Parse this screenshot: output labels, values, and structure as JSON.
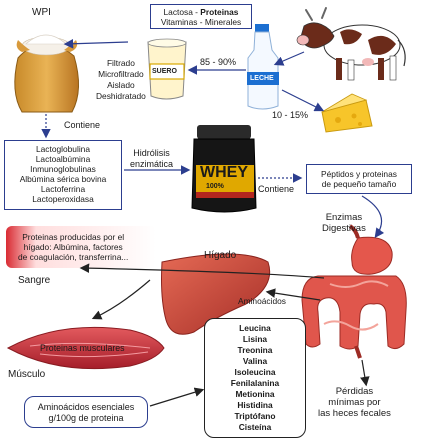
{
  "top_box": {
    "line1_a": "Lactosa - ",
    "line1_b": "Proteinas",
    "line2": "Vitaminas - Minerales"
  },
  "labels": {
    "wpi": "WPI",
    "suero": "SUERO",
    "leche": "LECHE",
    "pct_suero": "85 - 90%",
    "pct_queso": "10 - 15%",
    "contiene_1": "Contiene",
    "contiene_2": "Contiene",
    "hidrolisis": [
      "Hidrólisis",
      "enzimática"
    ],
    "enzimas": [
      "Enzimas",
      "Digestivas"
    ],
    "higado": "Hígado",
    "sangre": "Sangre",
    "aminoacidos": "Aminoácidos",
    "musculo": "Músculo",
    "perdidas": [
      "Pérdidas",
      "mínimas por",
      "las heces fecales"
    ],
    "whey_brand": "WHEY",
    "whey_pct": "100%"
  },
  "process_steps": [
    "Filtrado",
    "Microfiltrado",
    "Aislado",
    "Deshidratado"
  ],
  "whey_proteins": [
    "Lactoglobulina",
    "Lactoalbúmina",
    "Inmunoglobulinas",
    "Albúmina sérica bovina",
    "Lactoferrina",
    "Lactoperoxidasa"
  ],
  "peptidos_box": [
    "Péptidos y proteinas",
    "de pequeño tamaño"
  ],
  "liver_proteins": [
    "Proteinas producidas por el",
    "hígado: Albúmina, factores",
    "de coagulación, transferrina..."
  ],
  "muscle_label": "Proteinas musculares",
  "amino_acids": [
    "Leucina",
    "Lisina",
    "Treonina",
    "Valina",
    "Isoleucina",
    "Fenilalanina",
    "Metionina",
    "Histidina",
    "Triptófano",
    "Cisteína"
  ],
  "amino_caption": [
    "Aminoácidos esenciales",
    "g/100g de proteina"
  ],
  "colors": {
    "border": "#2c3e8f",
    "arrow": "#2c3e8f",
    "muscle": "#c8323a",
    "liver": "#c8453a",
    "intestine": "#e0564c",
    "jar_gold": "#d9a400"
  }
}
